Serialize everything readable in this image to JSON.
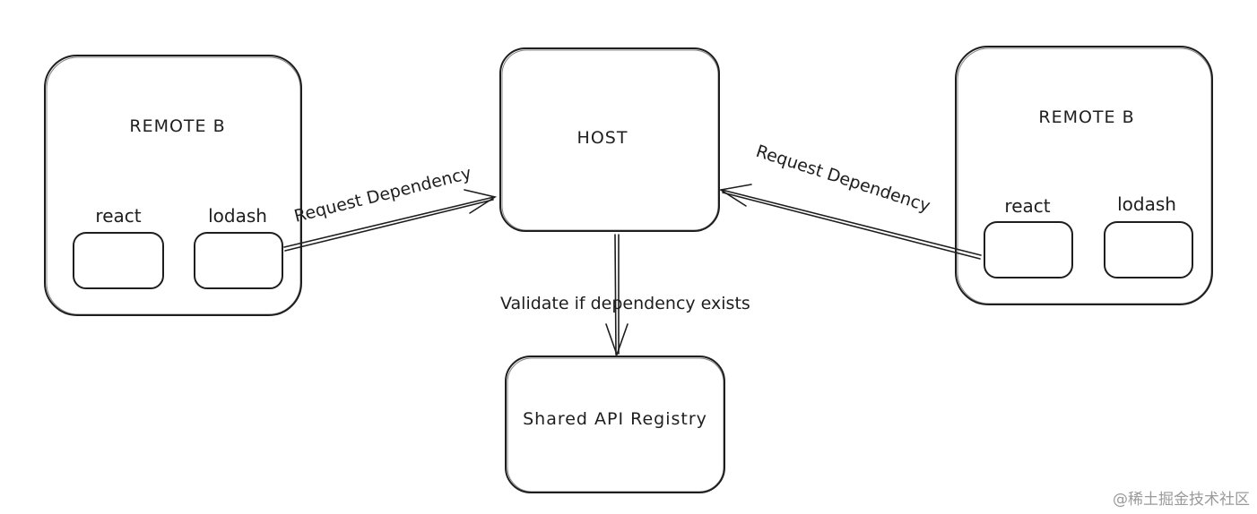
{
  "nodes": {
    "remote_left": {
      "title": "REMOTE B",
      "deps": [
        "react",
        "lodash"
      ]
    },
    "host": {
      "title": "HOST"
    },
    "remote_right": {
      "title": "REMOTE B",
      "deps": [
        "react",
        "lodash"
      ]
    },
    "registry": {
      "title": "Shared API Registry"
    }
  },
  "edges": {
    "left_to_host": "Request Dependency",
    "right_to_host": "Request Dependency",
    "host_to_registry": "Validate if dependency exists"
  },
  "watermark": "@稀土掘金技术社区"
}
